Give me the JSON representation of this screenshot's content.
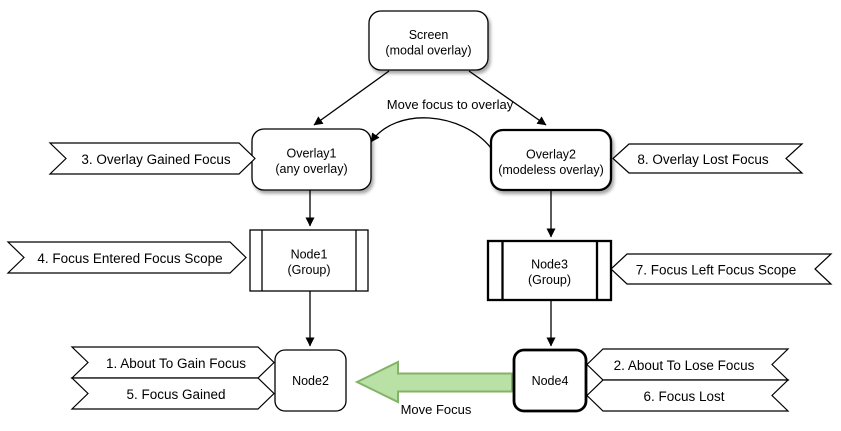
{
  "diagram": {
    "screen": {
      "title": "Screen",
      "subtitle": "(modal overlay)"
    },
    "overlay1": {
      "title": "Overlay1",
      "subtitle": "(any overlay)"
    },
    "overlay2": {
      "title": "Overlay2",
      "subtitle": "(modeless overlay)"
    },
    "node1": {
      "title": "Node1",
      "subtitle": "(Group)"
    },
    "node2": {
      "title": "Node2"
    },
    "node3": {
      "title": "Node3",
      "subtitle": "(Group)"
    },
    "node4": {
      "title": "Node4"
    },
    "events": {
      "e1": "1. About To Gain Focus",
      "e2": "2. About To Lose Focus",
      "e3": "3. Overlay Gained Focus",
      "e4": "4. Focus Entered Focus Scope",
      "e5": "5. Focus Gained",
      "e6": "6. Focus Lost",
      "e7": "7. Focus Left Focus Scope",
      "e8": "8. Overlay Lost Focus"
    },
    "edges": {
      "move_focus_to_overlay": "Move focus to overlay",
      "move_focus": "Move Focus"
    },
    "colors": {
      "stroke": "#000000",
      "node_fill": "#ffffff",
      "green_arrow_fill": "#b9e0a5",
      "green_arrow_stroke": "#82b366"
    }
  }
}
